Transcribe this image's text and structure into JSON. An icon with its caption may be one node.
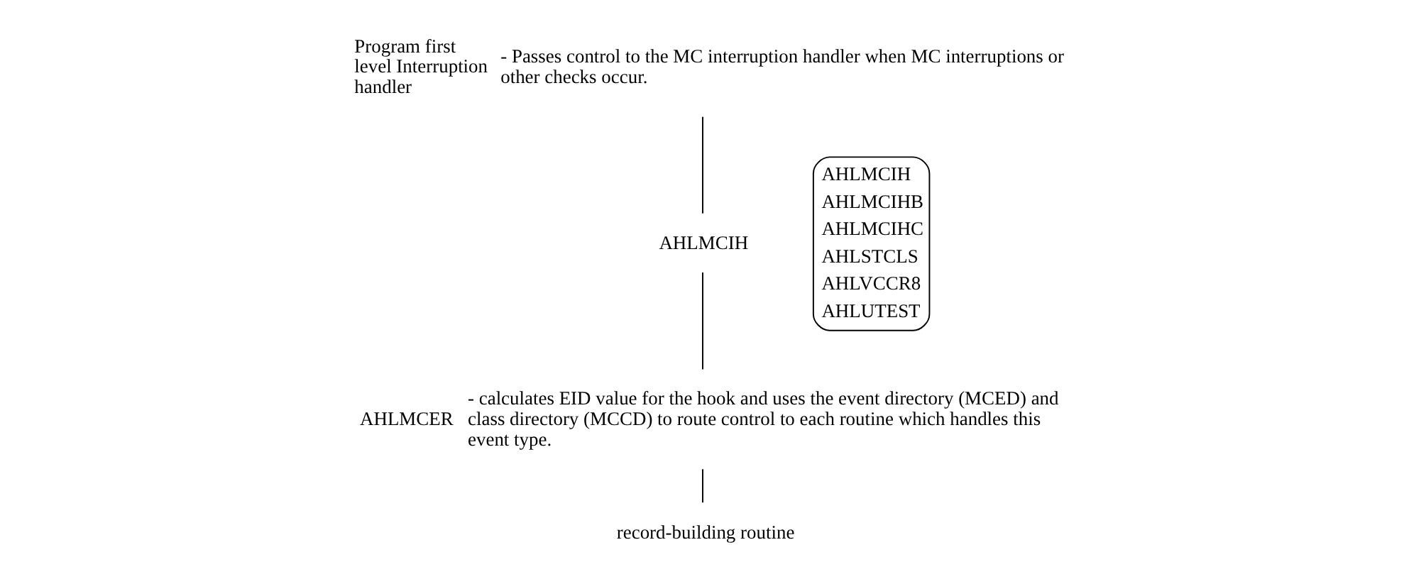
{
  "diagram": {
    "nodes": [
      {
        "text": [
          "Program first level Interruption handler"
        ],
        "beside": [
          "- Passes control to the MC interruption handler when MC interruptions or other checks occur."
        ]
      },
      {
        "text": [
          "AHLMCIH"
        ]
      },
      {
        "text": [
          "AHLMCER"
        ],
        "beside": [
          "- calculates EID value for the hook and uses the event directory (MCED) and class directory (MCCD) to route control to each routine which handles this event type."
        ]
      },
      {
        "text": [
          "record-building routine"
        ]
      }
    ],
    "edges": [
      {
        "from": 0,
        "to": 1,
        "arrow": "none"
      },
      {
        "from": 1,
        "to": 2,
        "arrow": "none"
      },
      {
        "from": 2,
        "to": 3,
        "arrow": "none"
      }
    ],
    "labels": [
      "AHLMCIH",
      "AHLMCIHB",
      "AHLMCIHC",
      "AHLSTCLS",
      "AHLVCCR8",
      "AHLUTEST"
    ]
  }
}
